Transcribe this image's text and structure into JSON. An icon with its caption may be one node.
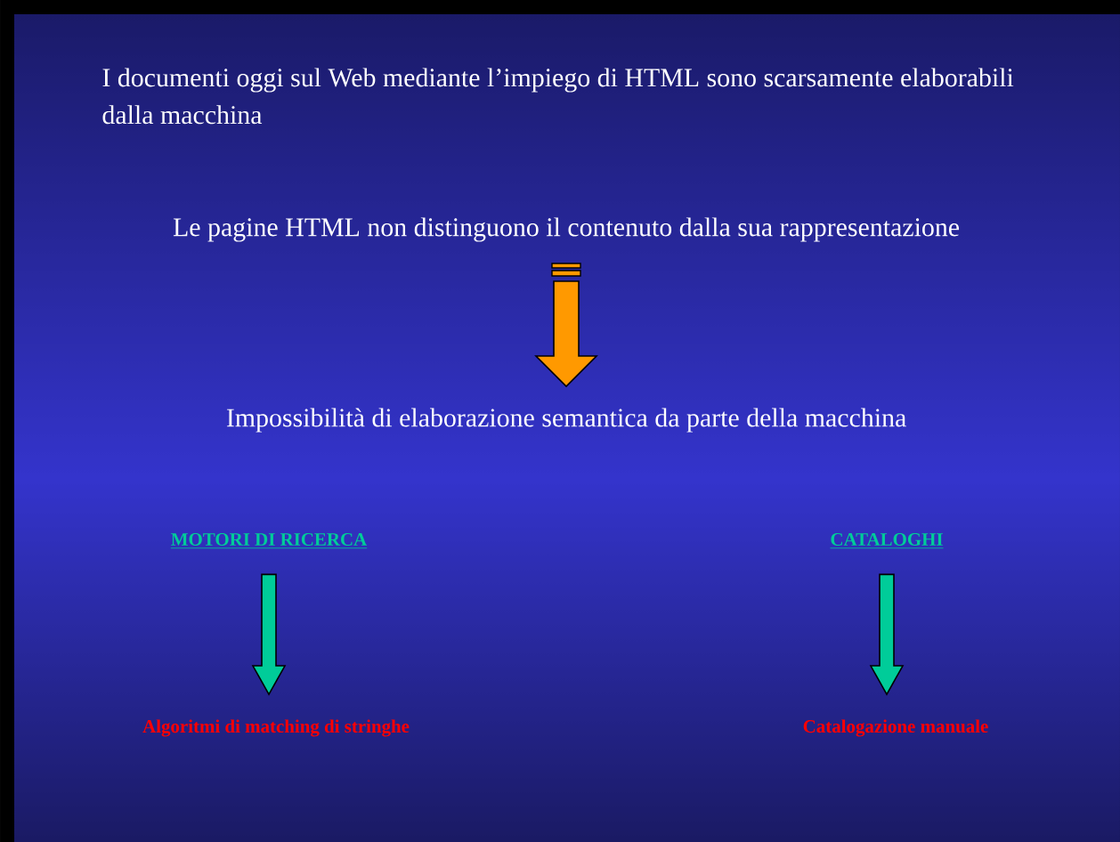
{
  "diagram": {
    "title": "I documenti oggi sul Web mediante l’impiego di HTML sono scarsamente elaborabili dalla macchina",
    "nodes": [
      {
        "text": [
          "Le pagine HTML non distinguono il contenuto dalla sua rappresentazione"
        ]
      },
      {
        "text": [
          "Impossibilità di elaborazione semantica da parte della macchina"
        ]
      },
      {
        "text": [
          "MOTORI DI RICERCA"
        ]
      },
      {
        "text": [
          "CATALOGHI"
        ]
      },
      {
        "text": [
          "Algoritmi di matching di stringhe"
        ]
      },
      {
        "text": [
          "Catalogazione manuale"
        ]
      }
    ],
    "edges": [
      {
        "from": 0,
        "to": 1,
        "arrow": "to",
        "style": "thick",
        "color": "#ff9900"
      },
      {
        "from": 2,
        "to": 4,
        "arrow": "to"
      },
      {
        "from": 3,
        "to": 5,
        "arrow": "to"
      }
    ]
  }
}
